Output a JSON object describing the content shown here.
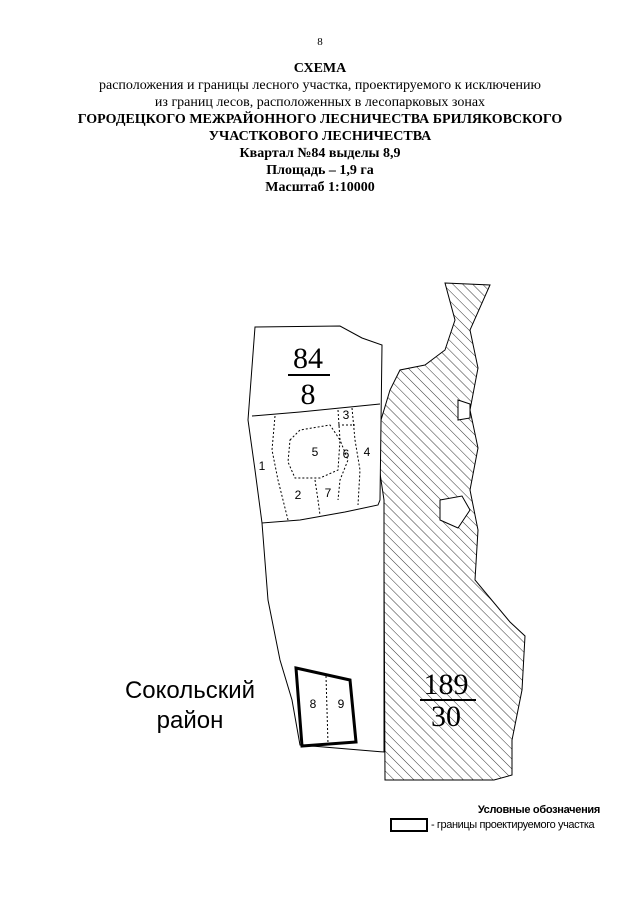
{
  "page_number": "8",
  "header": {
    "title": "СХЕМА",
    "line1": "расположения и границы лесного участка, проектируемого к исключению",
    "line2": "из границ лесов, расположенных в лесопарковых зонах",
    "line3": "ГОРОДЕЦКОГО МЕЖРАЙОННОГО ЛЕСНИЧЕСТВА БРИЛЯКОВСКОГО",
    "line4": "УЧАСТКОВОГО ЛЕСНИЧЕСТВА",
    "quarter": "Квартал №84 выделы 8,9",
    "area": "Площадь – 1,9 га",
    "scale": "Масштаб 1:10000"
  },
  "map": {
    "quarter_84": {
      "number": "84",
      "subdivision": "8"
    },
    "quarter_189": {
      "number": "189",
      "subdivision": "30"
    },
    "plots": [
      "1",
      "2",
      "3",
      "4",
      "5",
      "6",
      "7",
      "8",
      "9"
    ],
    "district": {
      "line1": "Сокольский",
      "line2": "район"
    }
  },
  "legend": {
    "title": "Условные обозначения",
    "item": "- границы проектируемого участка"
  }
}
